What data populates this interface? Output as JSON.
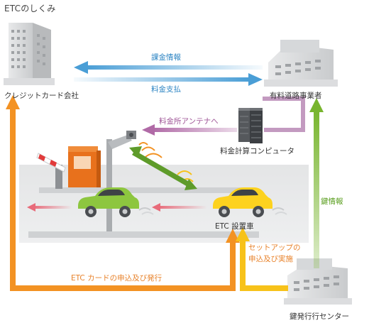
{
  "title": "ETCのしくみ",
  "nodes": {
    "credit_card_company": "クレジットカード会社",
    "toll_road_operator": "有料道路事業者",
    "toll_computer": "料金計算コンピュータ",
    "etc_vehicle": "ETC 設置車",
    "key_center": "鍵発行行センター"
  },
  "flows": {
    "billing_info": "課金情報",
    "toll_payment": "料金支払",
    "to_toll_antenna": "料金所アンテナへ",
    "key_info": "鍵情報",
    "setup_line1": "セットアップの",
    "setup_line2": "申込及び実施",
    "etc_card": "ETC カードの申込及び発行"
  },
  "colors": {
    "blue_arrow": "#4a9ed6",
    "purple_arrow": "#b06aa6",
    "green_arrow": "#78b52e",
    "orange_arrow": "#f39223",
    "yellow_arrow": "#f7c21a",
    "label_green": "#5a9e1f",
    "label_orange": "#e8822a",
    "label_purple": "#a15899",
    "label_blue": "#2f86c4"
  }
}
